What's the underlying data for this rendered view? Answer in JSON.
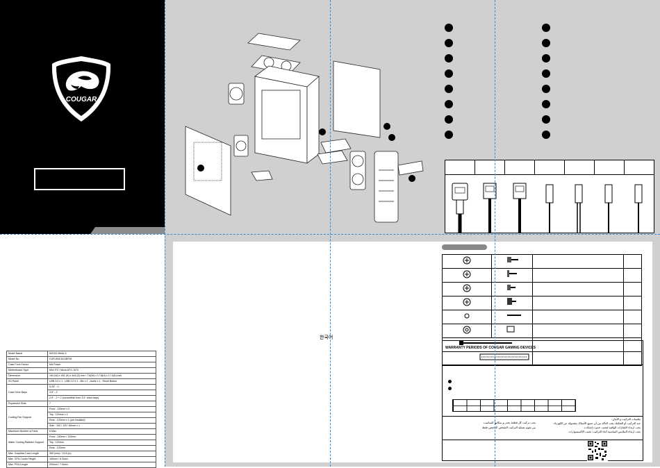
{
  "brand": {
    "logo_text": "COUGAR"
  },
  "language_label": "한국어",
  "warranty": {
    "title": "WARRANTY PERIODS OF COUGAR GAMING DEVICES"
  },
  "arabic": {
    "right_lines": [
      "تعليمات التركيب و الأمان:",
      "عند التركيب أو التفكيك يجب التأكد من أن جميع الأسلاك مفصولة عن الكهرباء.",
      "يجب ارتداء القفازات الواقية لتجنب حدوث إصابات.",
      "يجب ارتداء الملابس المناسبة أثناء التركيب: تجنب الاكسسوارات."
    ],
    "left_lines": [
      "يجب تركيب كل قطعة بحذر و بمكانها المناسب.",
      "من يقوم بعملية التركيب الشخص المختص فقط."
    ]
  },
  "specs": [
    {
      "k": "Model Name",
      "v": [
        "MX331 Mesh-X"
      ]
    },
    {
      "k": "Model No.",
      "v": [
        "CGR-5NC1B-MESH"
      ]
    },
    {
      "k": "Case Form Factor",
      "v": [
        "Mid Tower"
      ]
    },
    {
      "k": "Motherboard Type",
      "v": [
        "Mini ITX / Micro ATX / ATX"
      ]
    },
    {
      "k": "Dimension",
      "v": [
        "194 (W) x 451 (H) x 444 (D) mm / 7.6(W) x 17.8(H) x 17.5(D) inch"
      ]
    },
    {
      "k": "I/O Panel",
      "v": [
        "USB 3.0 x 1 , USB 2.0 x 2 , Mic x 1 , Audio x 1 , Reset Button"
      ]
    },
    {
      "k": "Case Drive Bays",
      "v": [
        "5.25\" - 0",
        "3.5\" - 2",
        "2.5\" - 2 + 2 (convertible from 3.5\" drive bays)"
      ]
    },
    {
      "k": "Expansion Slots",
      "v": [
        "7"
      ]
    },
    {
      "k": "Cooling Fan Support",
      "v": [
        "Front : 120mm x 2",
        "Top : 120mm x 2",
        "Rear : 120mm x 1 (pre-installed)",
        "Side : 240 / 120 / 80mm x 1"
      ]
    },
    {
      "k": "Maximum Number of Fans",
      "v": [
        "6 Max"
      ]
    },
    {
      "k": "Water Cooling Radiator Support",
      "v": [
        "Front : 240mm / 120mm",
        "Top : 120mm",
        "Rear : 120mm"
      ]
    },
    {
      "k": "Max. Graphics Card Length",
      "v": [
        "350 (mm) / 13.8 (in)"
      ]
    },
    {
      "k": "Max. CPU Cooler Height",
      "v": [
        "160mm / 6.3inch"
      ]
    },
    {
      "k": "Max. PSU Length",
      "v": [
        "200mm / 7.9inch"
      ]
    }
  ]
}
